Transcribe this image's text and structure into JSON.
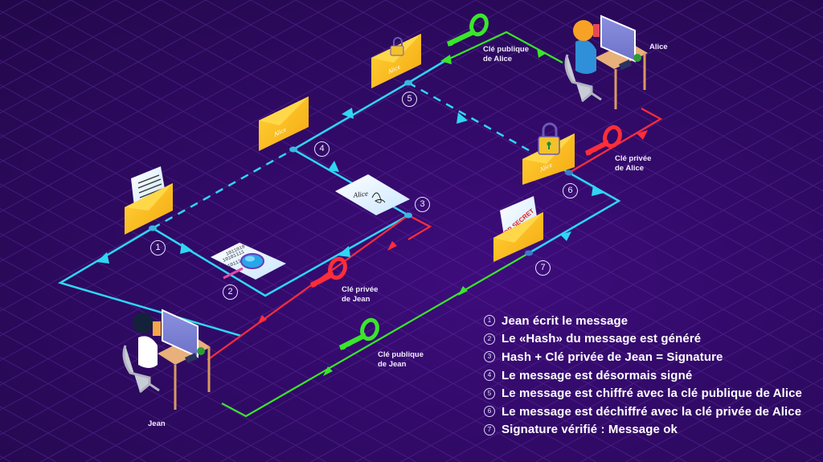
{
  "colors": {
    "background": "#300a66",
    "grid": "#5a2a96",
    "flow_message": "#2fd6f2",
    "flow_private_key": "#ff2d3a",
    "flow_public_key": "#39e62a",
    "envelope": "#ffc21f",
    "text": "#ffffff"
  },
  "actors": {
    "sender": {
      "name": "Jean"
    },
    "receiver": {
      "name": "Alice"
    }
  },
  "keys": {
    "jean_private": {
      "label_line1": "Clé privée",
      "label_line2": "de Jean",
      "icon": "red-key-icon"
    },
    "jean_public": {
      "label_line1": "Clé publique",
      "label_line2": "de Jean",
      "icon": "green-key-icon"
    },
    "alice_public": {
      "label_line1": "Clé publique",
      "label_line2": "de Alice",
      "icon": "green-key-icon"
    },
    "alice_private": {
      "label_line1": "Clé privée",
      "label_line2": "de Alice",
      "icon": "red-key-icon"
    }
  },
  "artifacts": {
    "signature_card": {
      "text": "Alice"
    },
    "signed_envelope_text": "Alice",
    "hash_lines": [
      "1011010",
      "10101111",
      "1011100"
    ],
    "top_secret_stamp": "TOP SECRET"
  },
  "steps": [
    {
      "num": "1",
      "glyph": "①",
      "text": "Jean écrit le message"
    },
    {
      "num": "2",
      "glyph": "②",
      "text": "Le «Hash» du message est généré"
    },
    {
      "num": "3",
      "glyph": "③",
      "text": "Hash + Clé privée de Jean = Signature"
    },
    {
      "num": "4",
      "glyph": "④",
      "text": "Le message est désormais signé"
    },
    {
      "num": "5",
      "glyph": "⑤",
      "text": "Le message est chiffré avec la clé publique de Alice"
    },
    {
      "num": "6",
      "glyph": "⑥",
      "text": "Le message est déchiffré avec la clé privée de Alice"
    },
    {
      "num": "7",
      "glyph": "⑦",
      "text": "Signature vérifié : Message ok"
    }
  ]
}
